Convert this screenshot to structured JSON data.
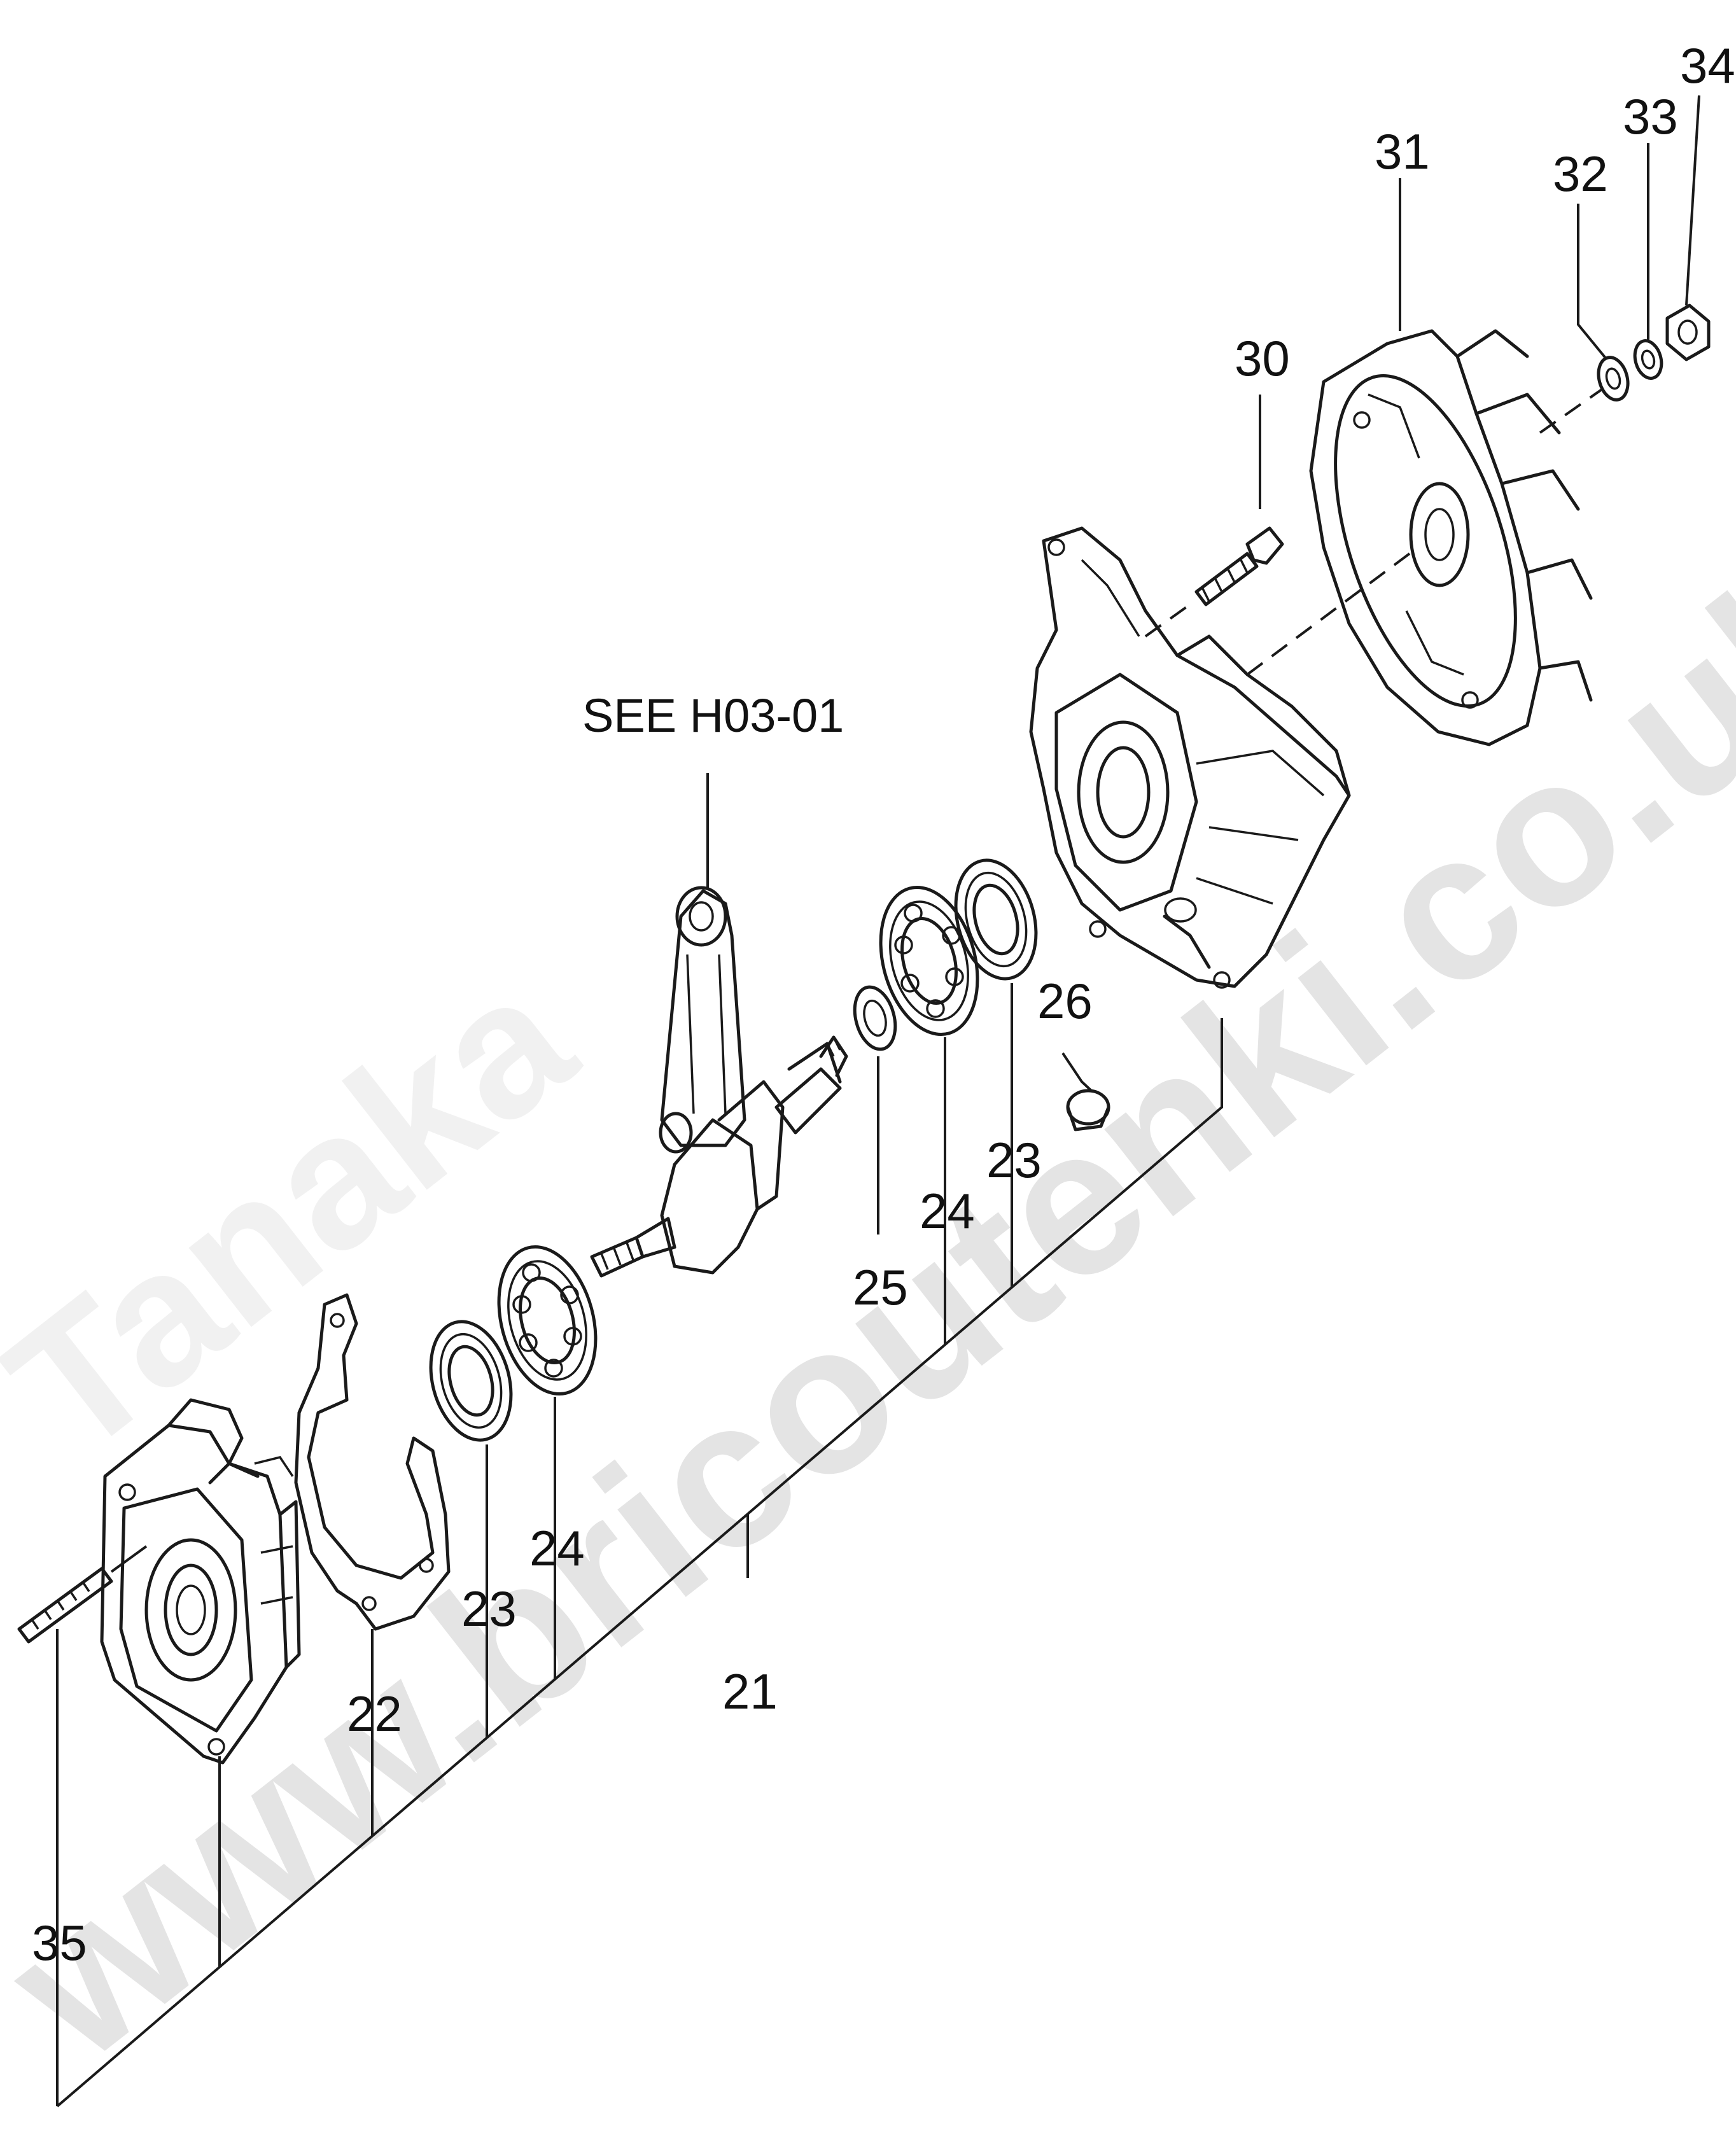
{
  "reference": "SEE H03-01",
  "watermark": {
    "primary": "www.bricoutenki.co.uk",
    "secondary": "Tanaka"
  },
  "labels": {
    "n21": "21",
    "n22": "22",
    "n23a": "23",
    "n23b": "23",
    "n24a": "24",
    "n24b": "24",
    "n25": "25",
    "n26": "26",
    "n30": "30",
    "n31": "31",
    "n32": "32",
    "n33": "33",
    "n34": "34",
    "n35": "35"
  }
}
